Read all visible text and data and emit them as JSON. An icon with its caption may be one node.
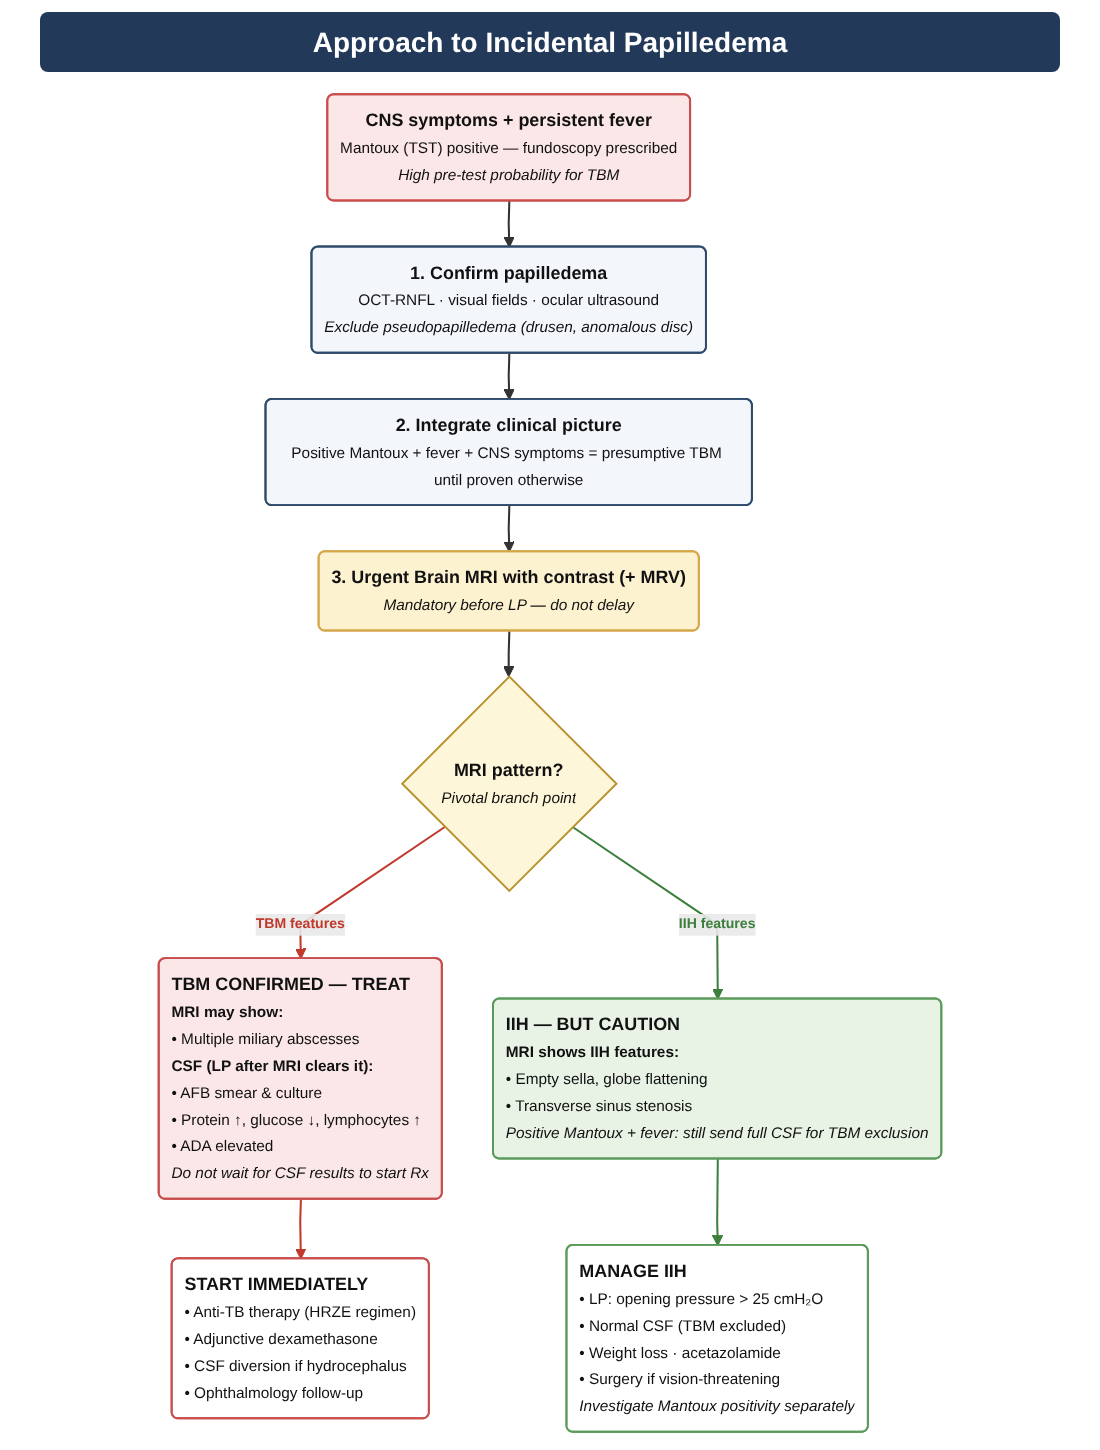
{
  "diagram": {
    "title": "Approach to Incidental Papilledema",
    "nodes": [
      {
        "text": [
          "CNS symptoms + persistent fever",
          "Mantoux (TST) positive — fundoscopy prescribed",
          "High pre-test probability for TBM"
        ]
      },
      {
        "text": [
          "1. Confirm papilledema",
          "OCT-RNFL · visual fields · ocular ultrasound",
          "Exclude pseudopapilledema (drusen, anomalous disc)"
        ]
      },
      {
        "text": [
          "2. Integrate clinical picture",
          "Positive Mantoux + fever + CNS symptoms = presumptive TBM until proven otherwise"
        ]
      },
      {
        "text": [
          "3. Urgent Brain MRI with contrast (+ MRV)",
          "Mandatory before LP — do not delay"
        ]
      },
      {
        "text": [
          "MRI pattern?",
          "Pivotal branch point"
        ]
      },
      {
        "text": [
          "TBM CONFIRMED — TREAT",
          "MRI may show:",
          "• Multiple miliary abscesses",
          "CSF (LP after MRI clears it):",
          "• AFB smear & culture",
          "• Protein ↑, glucose ↓, lymphocytes ↑",
          "• ADA elevated",
          "Do not wait for CSF results to start Rx"
        ]
      },
      {
        "text": [
          "START IMMEDIATELY",
          "• Anti-TB therapy (HRZE regimen)",
          "• Adjunctive dexamethasone",
          "• CSF diversion if hydrocephalus",
          "• Ophthalmology follow-up"
        ]
      },
      {
        "text": [
          "IIH — BUT CAUTION",
          "MRI shows IIH features:",
          "• Empty sella, globe flattening",
          "• Transverse sinus stenosis",
          "Positive Mantoux + fever: still send full CSF for TBM exclusion"
        ]
      },
      {
        "text": [
          "MANAGE IIH",
          "• LP: opening pressure > 25 cmH₂O",
          "• Normal CSF (TBM excluded)",
          "• Weight loss · acetazolamide",
          "• Surgery if vision-threatening",
          "Investigate Mantoux positivity separately"
        ]
      }
    ],
    "edges": [
      {
        "from": 0,
        "to": 1,
        "arrow": "to"
      },
      {
        "from": 1,
        "to": 2,
        "arrow": "to"
      },
      {
        "from": 2,
        "to": 3,
        "arrow": "to"
      },
      {
        "from": 3,
        "to": 4,
        "arrow": "to"
      },
      {
        "from": 4,
        "to": 5,
        "arrow": "to",
        "label": "TBM features",
        "color": "#c0392b"
      },
      {
        "from": 4,
        "to": 7,
        "arrow": "to",
        "label": "IIH features",
        "color": "#3d7f3d"
      },
      {
        "from": 5,
        "to": 6,
        "arrow": "to",
        "color": "#c0392b"
      },
      {
        "from": 7,
        "to": 8,
        "arrow": "to",
        "color": "#3d7f3d"
      }
    ]
  }
}
